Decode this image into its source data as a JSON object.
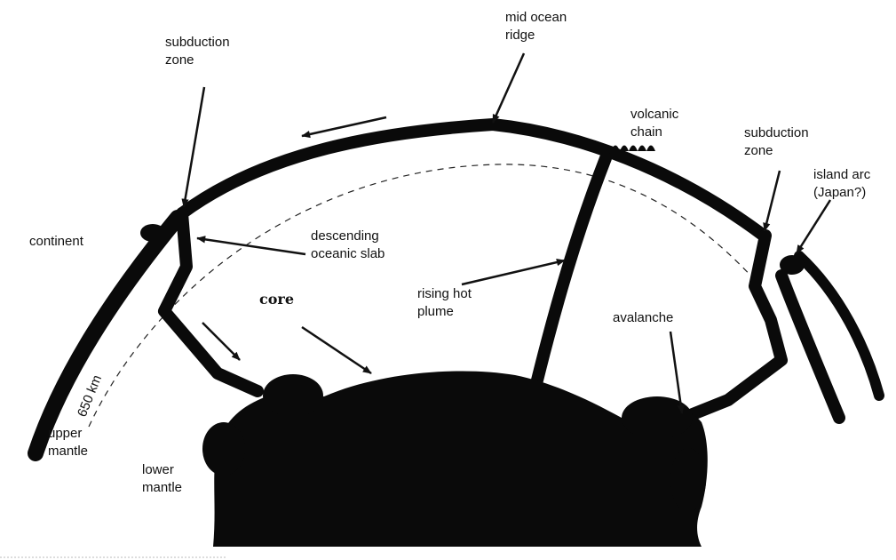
{
  "labels": {
    "subduction_zone_left": [
      "subduction",
      "zone"
    ],
    "mid_ocean_ridge": [
      "mid ocean",
      "ridge"
    ],
    "volcanic_chain": [
      "volcanic",
      "chain"
    ],
    "subduction_zone_right": [
      "subduction",
      "zone"
    ],
    "island_arc": [
      "island arc",
      "(Japan?)"
    ],
    "continent": "continent",
    "descending_slab": [
      "descending",
      "oceanic slab"
    ],
    "core": "core",
    "rising_plume": [
      "rising hot",
      "plume"
    ],
    "avalanche": "avalanche",
    "depth": "650 km",
    "upper_mantle": [
      "upper",
      "mantle"
    ],
    "lower_mantle": [
      "lower",
      "mantle"
    ]
  },
  "colors": {
    "ink": "#0a0a0a",
    "background": "#ffffff"
  }
}
